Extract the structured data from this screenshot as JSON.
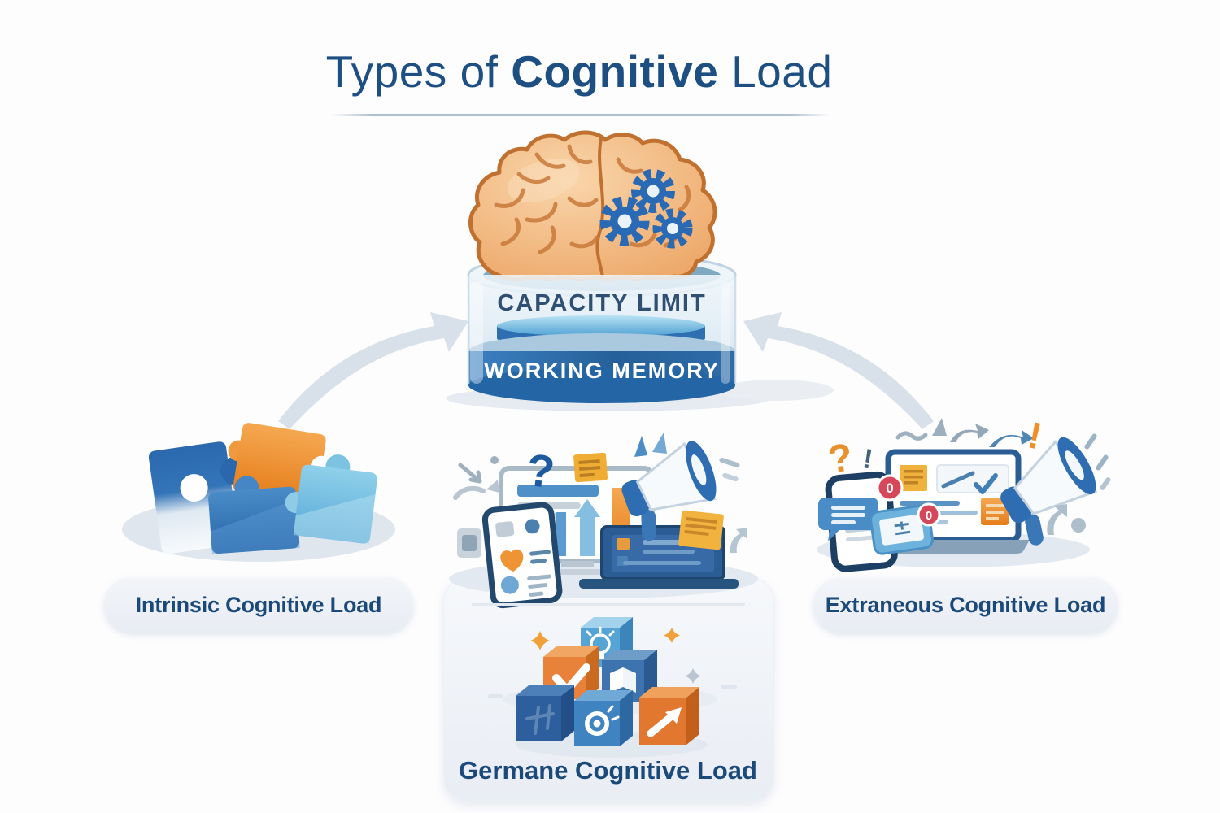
{
  "title": {
    "prefix": "Types of ",
    "emphasis": "Cognitive",
    "suffix": " Load"
  },
  "working_memory": {
    "capacity_label": "CAPACITY LIMIT",
    "memory_label": "WORKING MEMORY"
  },
  "categories": [
    {
      "id": "intrinsic",
      "label": "Intrinsic Cognitive Load"
    },
    {
      "id": "germane",
      "label": "Germane Cognitive Load"
    },
    {
      "id": "extraneous",
      "label": "Extraneous Cognitive Load"
    }
  ],
  "glyphs": {
    "question_mark": "?",
    "exclamation_mark": "!",
    "badge_count": "0"
  },
  "icons": {
    "brain-icon": "cartoon brain with gears",
    "gears-icon": "three cogwheels",
    "puzzle-pieces-icon": "four interlocking puzzle pieces",
    "building-blocks-icon": "pyramid of cubes with lightbulb, check, book, target, arrow",
    "megaphone-icon": "megaphone",
    "curved-arrow-icon": "curved arrow pointing to working memory"
  },
  "colors": {
    "title_blue": "#1e4f82",
    "deep_blue": "#2a66a8",
    "mid_blue": "#3f83c0",
    "light_blue": "#6cb2dc",
    "orange": "#e8821f",
    "arrow_gray": "#d8e1ea",
    "label_text": "#1b4a7a",
    "badge_red": "#d6475a"
  }
}
